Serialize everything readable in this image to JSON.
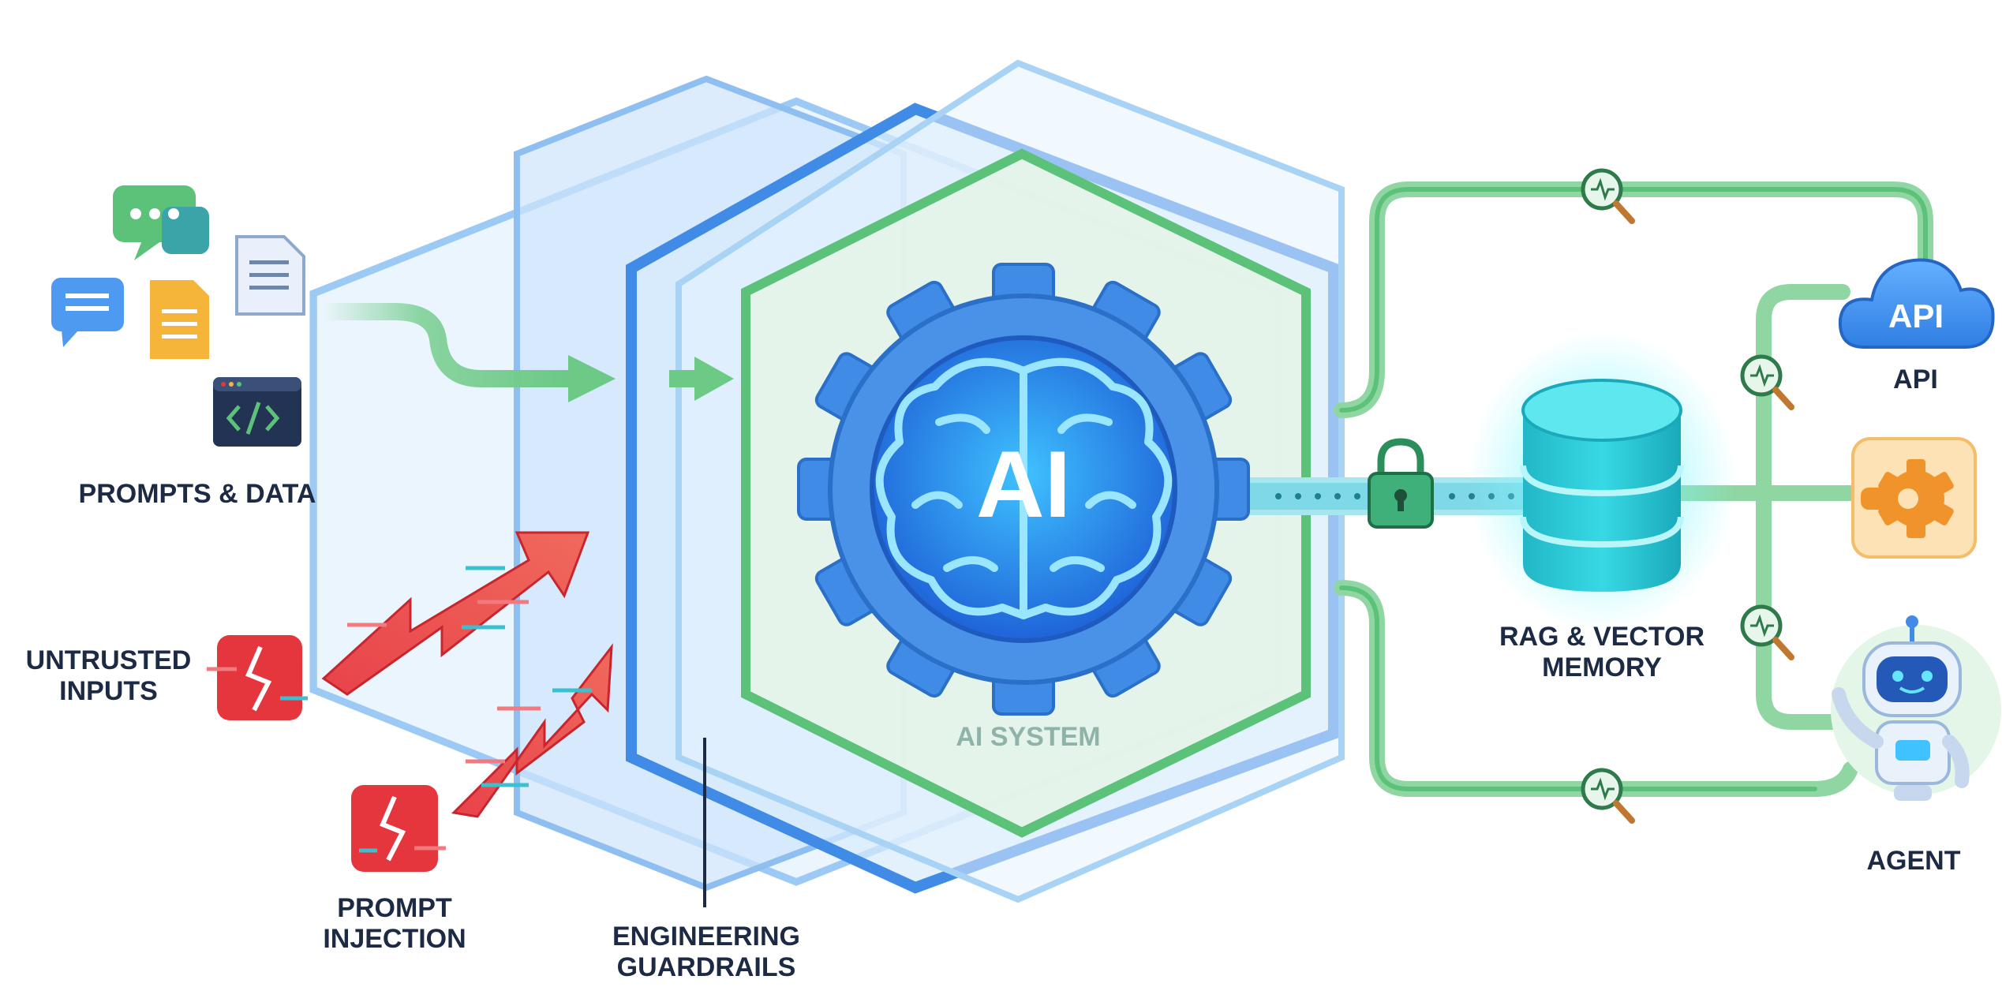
{
  "diagram": {
    "inputs": {
      "prompts_label": "PROMPTS & DATA",
      "untrusted_label": "UNTRUSTED\nINPUTS",
      "injection_label": "PROMPT\nINJECTION"
    },
    "core": {
      "ai_text": "AI",
      "system_label": "AI SYSTEM",
      "guardrails_label": "ENGINEERING\nGUARDRAILS"
    },
    "outputs": {
      "memory_label": "RAG & VECTOR\nMEMORY",
      "api_badge": "API",
      "api_label": "API",
      "agent_label": "AGENT"
    },
    "icons": [
      "chat-bubble-icon",
      "document-icon",
      "code-window-icon",
      "broken-shield-icon",
      "lightning-arrow-icon",
      "gear-icon",
      "brain-icon",
      "lock-icon",
      "database-icon",
      "cloud-api-icon",
      "plugin-gear-icon",
      "robot-agent-icon",
      "monitor-magnifier-icon"
    ],
    "colors": {
      "green": "#5cc27a",
      "blue": "#3f8be6",
      "light_blue": "#cfe6fb",
      "cyan": "#2fd0dc",
      "red": "#e5353d",
      "orange": "#f0932b",
      "navy": "#1d2a44"
    }
  }
}
